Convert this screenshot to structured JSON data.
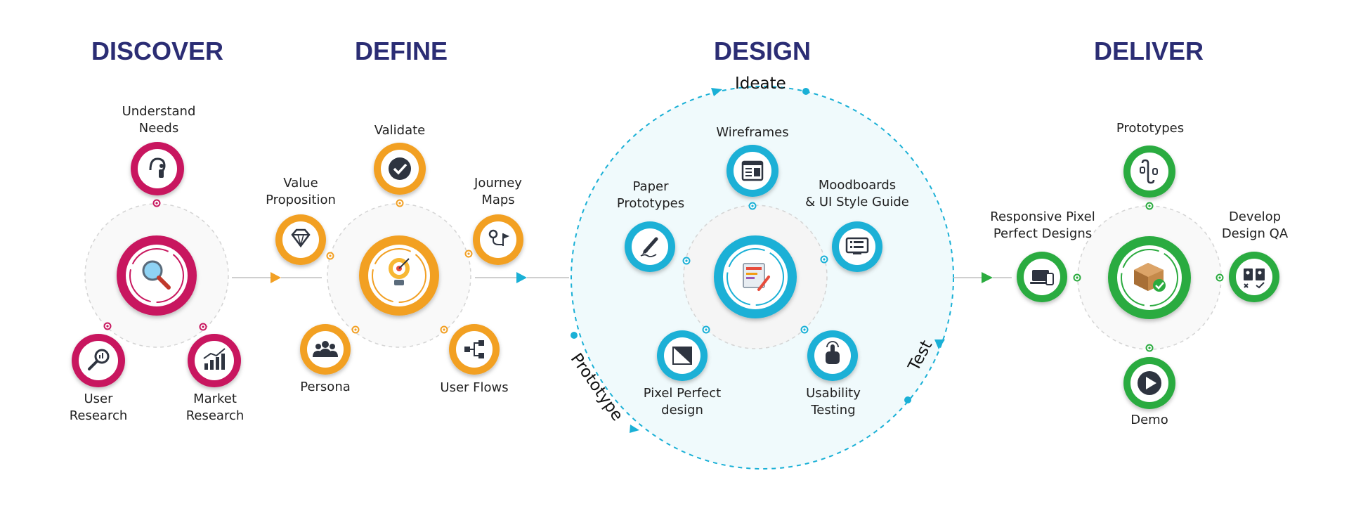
{
  "phases": {
    "discover": {
      "title": "DISCOVER",
      "color": "#c8185f",
      "center_icon": "magnifier-icon",
      "items": [
        {
          "label_lines": [
            "Understand",
            "Needs"
          ],
          "icon": "ear-person-icon"
        },
        {
          "label_lines": [
            "User",
            "Research"
          ],
          "icon": "search-chart-icon"
        },
        {
          "label_lines": [
            "Market",
            "Research"
          ],
          "icon": "growth-chart-icon"
        }
      ]
    },
    "define": {
      "title": "DEFINE",
      "color": "#f2a024",
      "center_icon": "lightbulb-target-icon",
      "items": [
        {
          "label_lines": [
            "Validate"
          ],
          "icon": "checkmark-icon"
        },
        {
          "label_lines": [
            "Value",
            "Proposition"
          ],
          "icon": "diamond-icon"
        },
        {
          "label_lines": [
            "Journey",
            "Maps"
          ],
          "icon": "route-flag-icon"
        },
        {
          "label_lines": [
            "Persona"
          ],
          "icon": "people-icon"
        },
        {
          "label_lines": [
            "User Flows"
          ],
          "icon": "flowchart-icon"
        }
      ]
    },
    "design": {
      "title": "DESIGN",
      "color": "#1ab0d6",
      "center_icon": "design-brush-icon",
      "cycle": {
        "top": "Ideate",
        "right": "Test",
        "left": "Prototype"
      },
      "items": [
        {
          "label_lines": [
            "Wireframes"
          ],
          "icon": "wireframe-icon"
        },
        {
          "label_lines": [
            "Paper",
            "Prototypes"
          ],
          "icon": "pen-paper-icon"
        },
        {
          "label_lines": [
            "Moodboards",
            "& UI Style Guide"
          ],
          "icon": "style-guide-icon"
        },
        {
          "label_lines": [
            "Pixel Perfect",
            "design"
          ],
          "icon": "pixel-grid-icon"
        },
        {
          "label_lines": [
            "Usability",
            "Testing"
          ],
          "icon": "touch-hand-icon"
        }
      ]
    },
    "deliver": {
      "title": "DELIVER",
      "color": "#2bab3f",
      "center_icon": "package-check-icon",
      "items": [
        {
          "label_lines": [
            "Prototypes"
          ],
          "icon": "link-prototype-icon"
        },
        {
          "label_lines": [
            "Responsive Pixel",
            "Perfect Designs"
          ],
          "icon": "devices-icon"
        },
        {
          "label_lines": [
            "Develop",
            "Design QA"
          ],
          "icon": "qa-screens-icon"
        },
        {
          "label_lines": [
            "Demo"
          ],
          "icon": "play-icon"
        }
      ]
    }
  },
  "colors": {
    "title": "#2b2d74",
    "connector": "#cfcfcf",
    "icon_dark": "#2e3440",
    "design_bg": "#f0fafc"
  }
}
